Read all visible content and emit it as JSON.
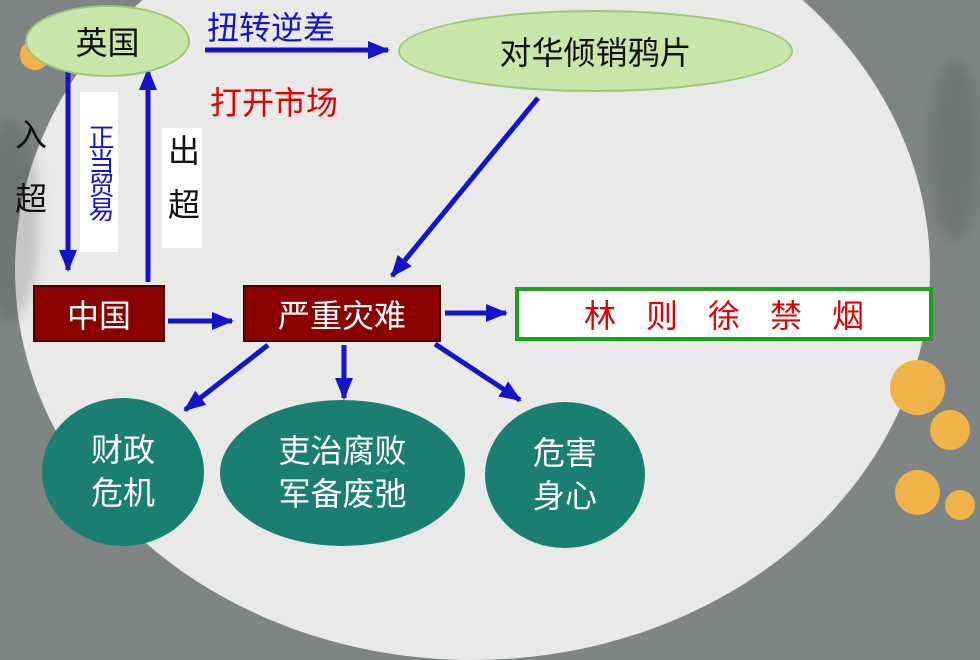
{
  "nodes": {
    "britain": "英国",
    "opium": "对华倾销鸦片",
    "china": "中国",
    "disaster": "严重灾难",
    "lin": "林则徐禁烟",
    "finance": [
      "财政",
      "危机"
    ],
    "officials": [
      "吏治腐败",
      "军备废弛"
    ],
    "health": [
      "危害",
      "身心"
    ]
  },
  "labels": {
    "reverse_deficit": "扭转逆差",
    "open_market": "打开市场",
    "import_surplus": "入超",
    "legit_trade": "正当贸易",
    "export_surplus": "出超"
  },
  "colors": {
    "arrow_blue": "#1414c8",
    "node_red": "#8b0000",
    "node_teal": "#1b7e72",
    "ellipse_green": "#c8e6a8",
    "text_red": "#e00000",
    "frame_green": "#1ea11e"
  }
}
